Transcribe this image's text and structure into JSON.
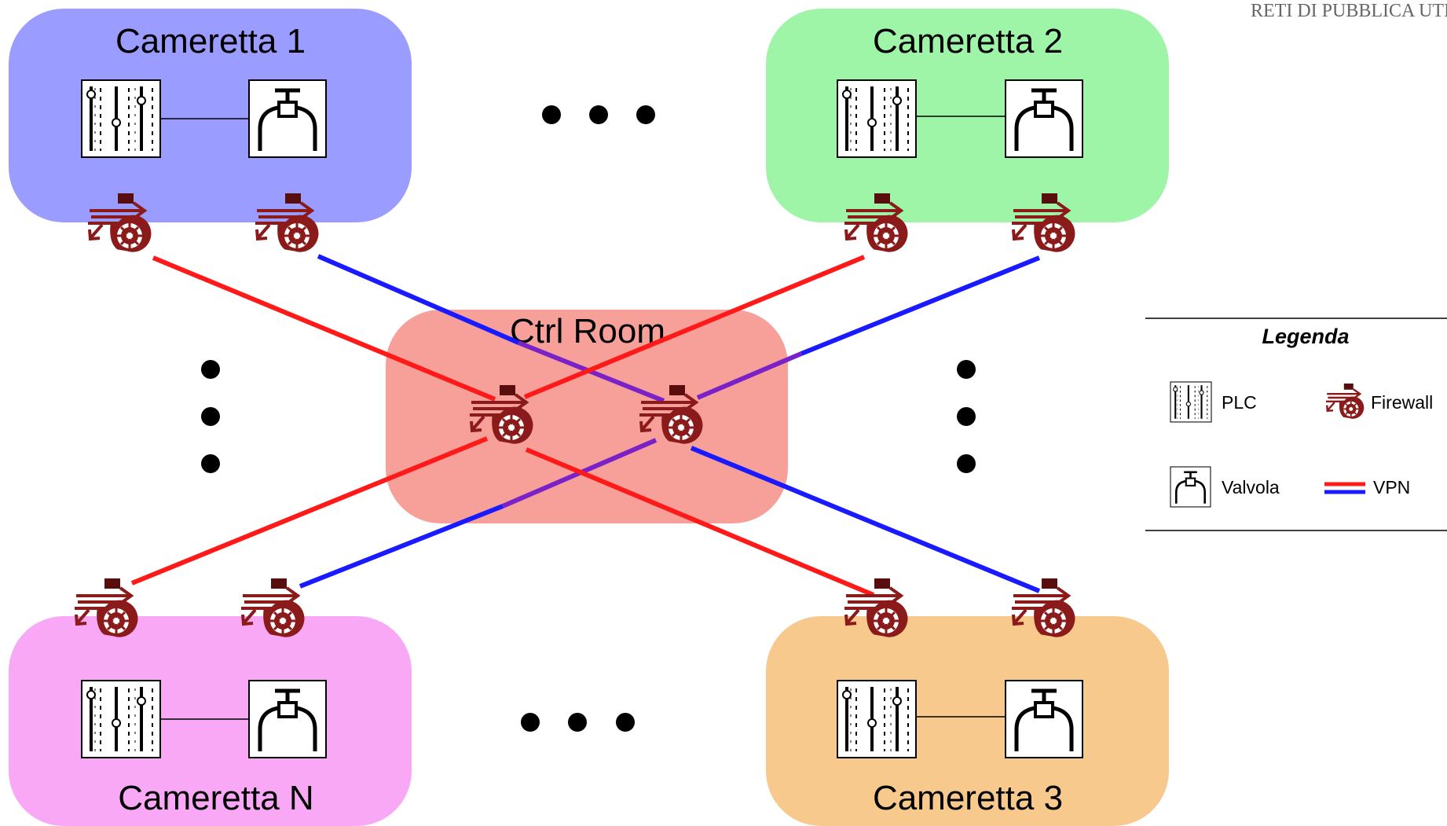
{
  "corner_text": "RETI DI PUBBLICA UTILITÀ",
  "rooms": [
    {
      "id": "c1",
      "title": "Cameretta 1",
      "color": "#9b9cff"
    },
    {
      "id": "c2",
      "title": "Cameretta 2",
      "color": "#9ef5a8"
    },
    {
      "id": "cn",
      "title": "Cameretta N",
      "color": "#f8a8f4"
    },
    {
      "id": "c3",
      "title": "Cameretta 3",
      "color": "#f7c98c"
    },
    {
      "id": "ctrl",
      "title": "Ctrl Room",
      "color": "#f7a09a"
    }
  ],
  "legend": {
    "title": "Legenda",
    "items": [
      {
        "icon": "plc-icon",
        "label": "PLC"
      },
      {
        "icon": "firewall-icon",
        "label": "Firewall"
      },
      {
        "icon": "valve-icon",
        "label": "Valvola"
      },
      {
        "icon": "vpn-line-icon",
        "label": "VPN"
      }
    ]
  },
  "colors": {
    "vpn_red": "#ff1a1a",
    "vpn_blue": "#1a1aff",
    "vpn_mixed": "#7a22c8",
    "firewall": "#8b1a1a",
    "firewall_top": "#5a0d0d",
    "ellipsis_dot": "#000000"
  }
}
